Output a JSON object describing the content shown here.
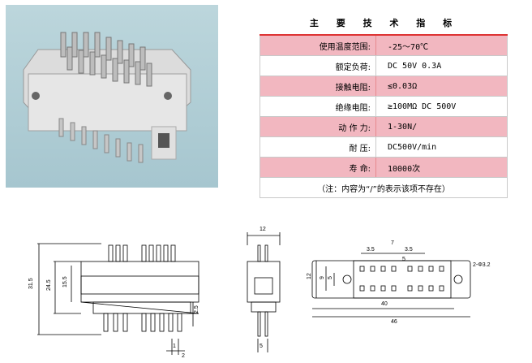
{
  "spec": {
    "title": "主 要 技 术 指 标",
    "rows": [
      {
        "key": "使用温度范围:",
        "value": "-25～70℃",
        "highlight": true
      },
      {
        "key": "额定负荷:",
        "value": "DC 50V 0.3A",
        "highlight": false
      },
      {
        "key": "接触电阻:",
        "value": "≤0.03Ω",
        "highlight": true
      },
      {
        "key": "绝缘电阻:",
        "value": "≥100MΩ DC 500V",
        "highlight": false
      },
      {
        "key": "动 作 力:",
        "value": "1-30N/",
        "highlight": true
      },
      {
        "key": "耐    压:",
        "value": "DC500V/min",
        "highlight": false
      },
      {
        "key": "寿    命:",
        "value": "10000次",
        "highlight": true
      }
    ],
    "note": "（注：内容为“/”的表示该项不存在）"
  },
  "drawing1": {
    "d1": "31.5",
    "d2": "24.5",
    "d3": "15.5",
    "d4": "2.5",
    "d5": "1",
    "d6": "2"
  },
  "drawing2": {
    "d1": "12",
    "d2": "5"
  },
  "drawing3": {
    "d1": "12",
    "d2": "9",
    "d3": "5",
    "d4": "3.5",
    "d5": "7",
    "d6": "3.5",
    "d7": "5",
    "d8": "2-Φ3.2",
    "d9": "40",
    "d10": "46"
  },
  "colors": {
    "highlight_row": "#f2b7c0",
    "photo_bg": "#b4d0d7"
  }
}
